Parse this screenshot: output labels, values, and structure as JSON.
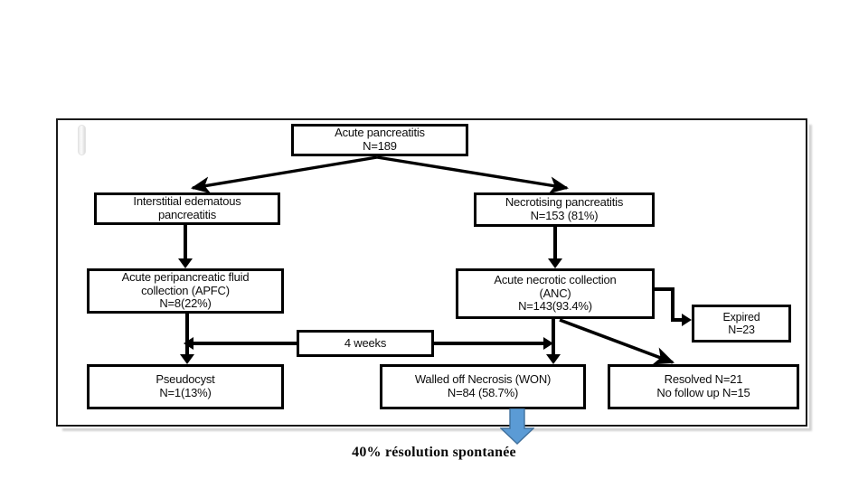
{
  "figure": {
    "title_caption": "40% résolution spontanée",
    "accent_blue": "#5b9bd5",
    "accent_blue_border": "#41719c",
    "line_color": "#000000",
    "frame_color": "#1a1a1a"
  },
  "nodes": {
    "acute_pancreatitis": {
      "label": "Acute pancreatitis\nN=189",
      "line1": "Acute pancreatitis",
      "line2": "N=189"
    },
    "interstitial": {
      "label": "Interstitial edematous\npancreatitis",
      "line1": "Interstitial edematous",
      "line2": "pancreatitis"
    },
    "necrotising": {
      "label": "Necrotising pancreatitis\nN=153 (81%)",
      "line1": "Necrotising pancreatitis",
      "line2": "N=153 (81%)"
    },
    "apfc": {
      "label": "Acute peripancreatic fluid\ncollection (APFC)\nN=8(22%)",
      "line1": "Acute peripancreatic fluid",
      "line2": "collection (APFC)",
      "line3": "N=8(22%)"
    },
    "anc": {
      "label": "Acute necrotic collection\n(ANC)\nN=143(93.4%)",
      "line1": "Acute necrotic collection",
      "line2": "(ANC)",
      "line3": "N=143(93.4%)"
    },
    "expired": {
      "label": "Expired\nN=23",
      "line1": "Expired",
      "line2": "N=23"
    },
    "four_weeks": {
      "label": "4 weeks"
    },
    "pseudocyst": {
      "label": "Pseudocyst\nN=1(13%)",
      "line1": "Pseudocyst",
      "line2": "N=1(13%)"
    },
    "won": {
      "label": "Walled off Necrosis (WON)\nN=84 (58.7%)",
      "line1": "Walled off Necrosis (WON)",
      "line2": "N=84 (58.7%)"
    },
    "resolved": {
      "label": "Resolved N=21\nNo follow up N=15",
      "line1": "Resolved N=21",
      "line2": "No follow up N=15"
    }
  },
  "icons": {
    "blue_down_arrow": "arrow-down-icon",
    "scroll_artifact": "rounded-bar-icon"
  }
}
